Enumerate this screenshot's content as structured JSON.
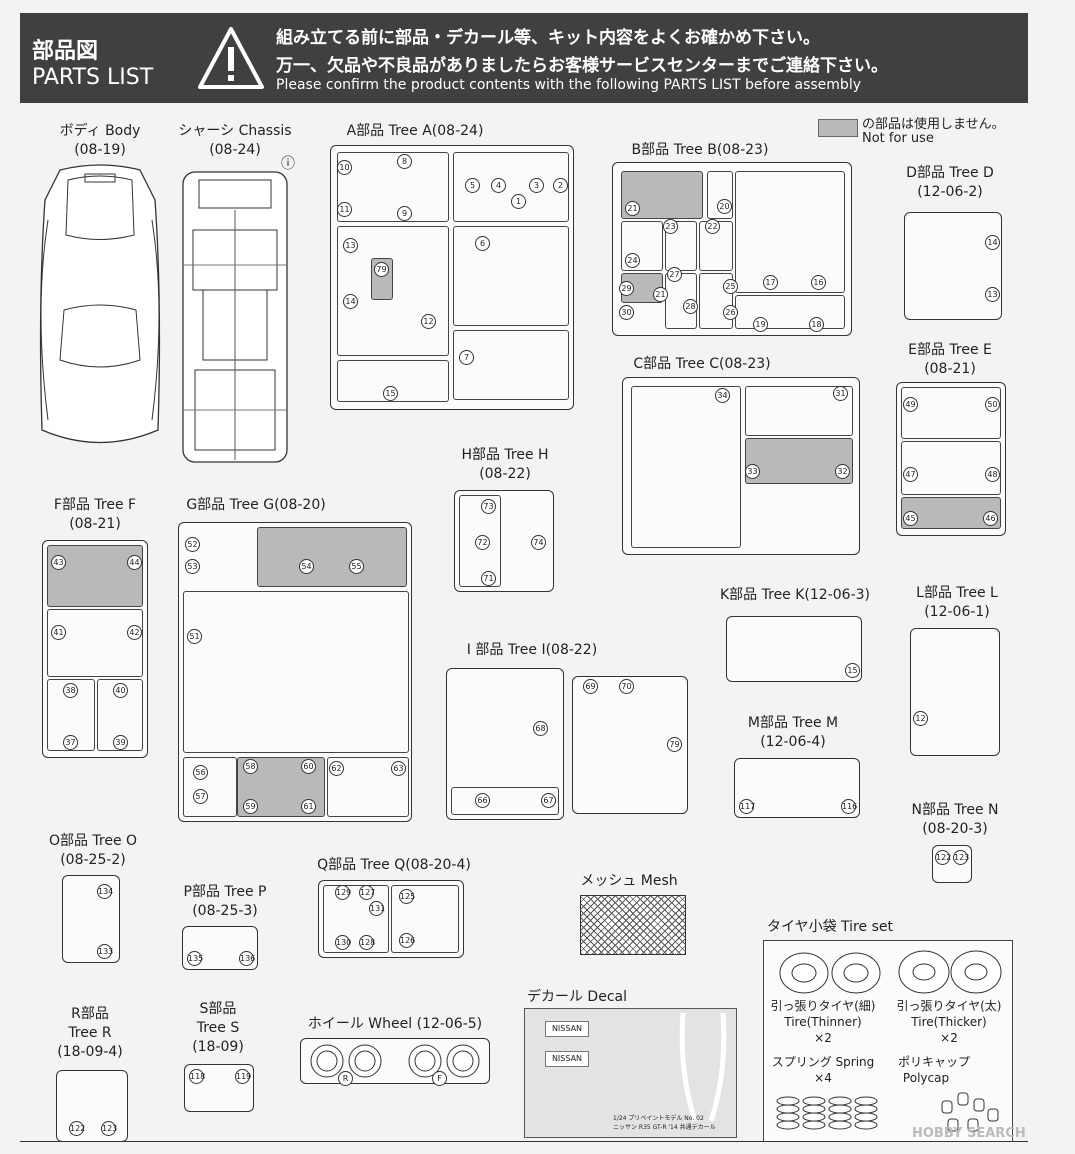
{
  "header": {
    "title_jp": "部品図",
    "title_en": "PARTS LIST",
    "line1": "組み立てる前に部品・デカール等、キット内容をよくお確かめ下さい。",
    "line2": "万一、欠品や不良品がありましたらお客様サービスセンターまでご連絡下さい。",
    "line3": "Please confirm the product contents with the following PARTS LIST before assembly"
  },
  "legend": {
    "jp": "の部品は使用しません。",
    "en": "Not for use",
    "swatch_color": "#b9b9b9"
  },
  "parts": {
    "body": {
      "name": "ボディ Body",
      "code": "(08-19)"
    },
    "chassis": {
      "name": "シャーシ Chassis",
      "code": "(08-24)",
      "mark": "ⓘ"
    },
    "tree_a": {
      "name": "A部品 Tree A(08-24)"
    },
    "tree_b": {
      "name": "B部品 Tree B(08-23)"
    },
    "tree_c": {
      "name": "C部品 Tree C(08-23)"
    },
    "tree_d": {
      "name": "D部品 Tree D",
      "code": "(12-06-2)"
    },
    "tree_e": {
      "name": "E部品 Tree E",
      "code": "(08-21)"
    },
    "tree_f": {
      "name": "F部品 Tree F",
      "code": "(08-21)"
    },
    "tree_g": {
      "name": "G部品 Tree G(08-20)"
    },
    "tree_h": {
      "name": "H部品 Tree H",
      "code": "(08-22)"
    },
    "tree_i": {
      "name": "I 部品 Tree I(08-22)"
    },
    "tree_k": {
      "name": "K部品 Tree K(12-06-3)"
    },
    "tree_l": {
      "name": "L部品 Tree L",
      "code": "(12-06-1)"
    },
    "tree_m": {
      "name": "M部品 Tree M",
      "code": "(12-06-4)"
    },
    "tree_n": {
      "name": "N部品 Tree N",
      "code": "(08-20-3)"
    },
    "tree_o": {
      "name": "O部品 Tree O",
      "code": "(08-25-2)"
    },
    "tree_p": {
      "name": "P部品 Tree P",
      "code": "(08-25-3)"
    },
    "tree_q": {
      "name": "Q部品 Tree Q(08-20-4)"
    },
    "tree_r": {
      "name1": "R部品",
      "name2": "Tree R",
      "code": "(18-09-4)"
    },
    "tree_s": {
      "name1": "S部品",
      "name2": "Tree S",
      "code": "(18-09)"
    },
    "wheel": {
      "name": "ホイール Wheel (12-06-5)",
      "marks": [
        "R",
        "F"
      ]
    },
    "mesh": {
      "name": "メッシュ Mesh"
    },
    "decal": {
      "name": "デカール Decal",
      "brand": "NISSAN",
      "caption1": "1/24 プリペイントモデル No. 02",
      "caption2": "ニッサン R35 GT-R '14 共通デカール"
    }
  },
  "tire_set": {
    "title": "タイヤ小袋 Tire set",
    "thin_jp": "引っ張りタイヤ(細)",
    "thin_en": "Tire(Thinner)",
    "thin_qty": "×2",
    "thick_jp": "引っ張りタイヤ(太)",
    "thick_en": "Tire(Thicker)",
    "thick_qty": "×2",
    "spring_label": "スプリング Spring",
    "spring_qty": "×4",
    "polycap_jp": "ポリキャップ",
    "polycap_en": "Polycap"
  },
  "part_numbers": {
    "a": [
      "10",
      "11",
      "8",
      "9",
      "5",
      "4",
      "3",
      "2",
      "1",
      "13",
      "79",
      "14",
      "12",
      "6",
      "7",
      "15"
    ],
    "b": [
      "21",
      "20",
      "23",
      "22",
      "24",
      "27",
      "29",
      "21",
      "28",
      "25",
      "30",
      "26",
      "19",
      "18",
      "17",
      "16"
    ],
    "c": [
      "34",
      "31",
      "33",
      "32"
    ],
    "d": [
      "14",
      "13"
    ],
    "e": [
      "49",
      "50",
      "47",
      "48",
      "45",
      "46"
    ],
    "f": [
      "43",
      "44",
      "41",
      "42",
      "38",
      "37",
      "40",
      "39"
    ],
    "g": [
      "52",
      "53",
      "54",
      "55",
      "51",
      "56",
      "57",
      "58",
      "59",
      "60",
      "61",
      "62",
      "63"
    ],
    "h": [
      "73",
      "72",
      "71",
      "74"
    ],
    "i": [
      "68",
      "69",
      "70",
      "79",
      "66",
      "67"
    ],
    "k": [
      "15"
    ],
    "l": [
      "12"
    ],
    "m": [
      "117",
      "116"
    ],
    "n": [
      "122",
      "123"
    ],
    "o": [
      "134",
      "133"
    ],
    "p": [
      "135",
      "136"
    ],
    "q": [
      "129",
      "127",
      "131",
      "128",
      "130",
      "125",
      "126"
    ],
    "r": [
      "122",
      "123"
    ],
    "s": [
      "118",
      "119"
    ]
  },
  "watermark": "HOBBY SEARCH"
}
